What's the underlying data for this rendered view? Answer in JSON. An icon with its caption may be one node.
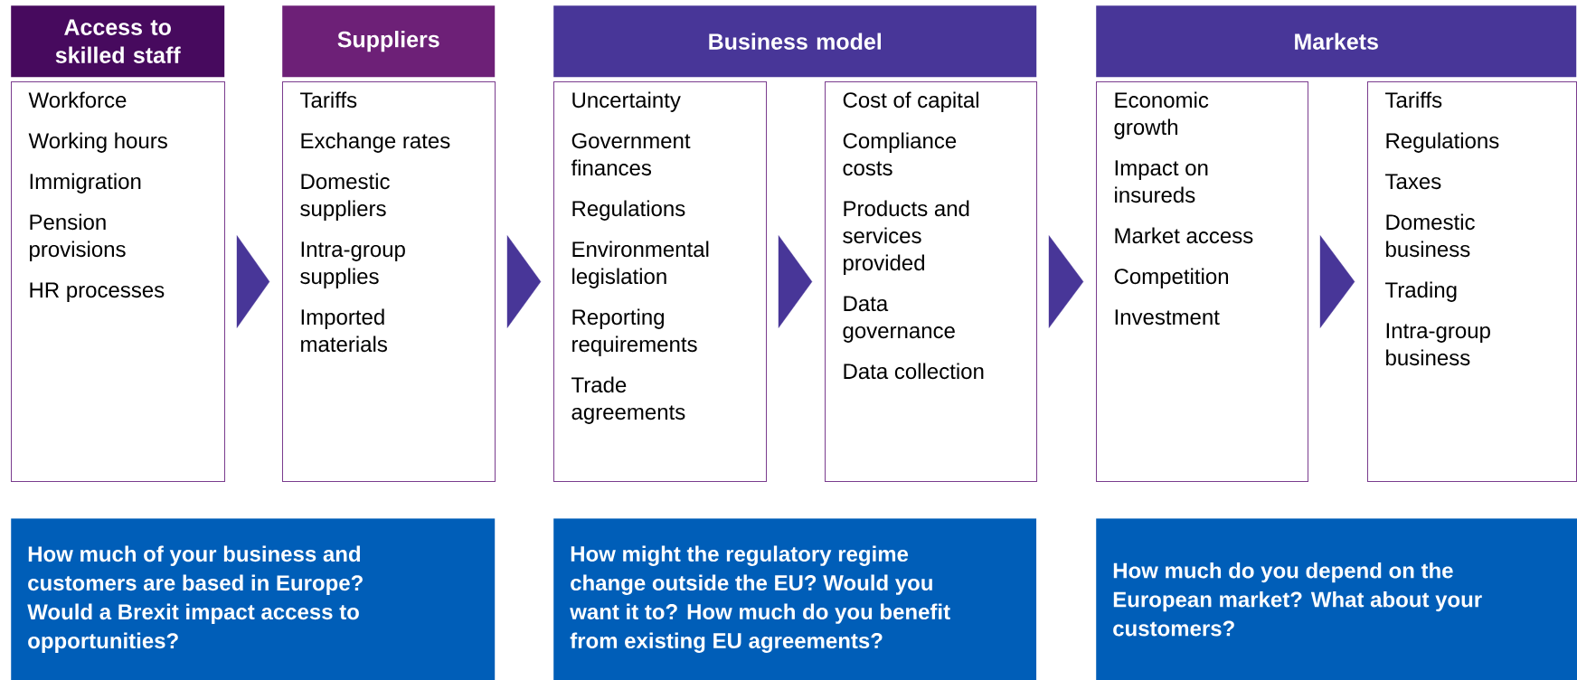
{
  "diagram": {
    "nodes": [
      {
        "text": [
          "Access to skilled staff"
        ]
      },
      {
        "text": [
          "Suppliers"
        ]
      },
      {
        "text": [
          "Business model"
        ]
      },
      {
        "text": [
          "Markets"
        ]
      },
      {
        "text": [
          "Workforce",
          "Working hours",
          "Immigration",
          "Pension provisions",
          "HR processes"
        ]
      },
      {
        "text": [
          "Tariffs",
          "Exchange rates",
          "Domestic suppliers",
          "Intra-group supplies",
          "Imported materials"
        ]
      },
      {
        "text": [
          "Uncertainty",
          "Government finances",
          "Regulations",
          "Environmental legislation",
          "Reporting requirements",
          "Trade agreements"
        ]
      },
      {
        "text": [
          "Cost of capital",
          "Compliance costs",
          "Products and services provided",
          "Data governance",
          "Data collection"
        ]
      },
      {
        "text": [
          "Economic growth",
          "Impact on insureds",
          "Market access",
          "Competition",
          "Investment"
        ]
      },
      {
        "text": [
          "Tariffs",
          "Regulations",
          "Taxes",
          "Domestic business",
          "Trading",
          "Intra-group business"
        ]
      },
      {
        "text": [
          "How much of your business and customers are based in Europe? Would a Brexit impact access to opportunities?"
        ]
      },
      {
        "text": [
          "How might the regulatory regime change outside the EU? Would you want it to? How much do you benefit from existing EU agreements?"
        ]
      },
      {
        "text": [
          "How much do you depend on the European market? What about your customers?"
        ]
      }
    ],
    "edges": [
      {
        "from": 4,
        "to": 5,
        "arrow": "to"
      },
      {
        "from": 5,
        "to": 6,
        "arrow": "to"
      },
      {
        "from": 6,
        "to": 7,
        "arrow": "to"
      },
      {
        "from": 7,
        "to": 8,
        "arrow": "to"
      },
      {
        "from": 8,
        "to": 9,
        "arrow": "to"
      }
    ]
  }
}
